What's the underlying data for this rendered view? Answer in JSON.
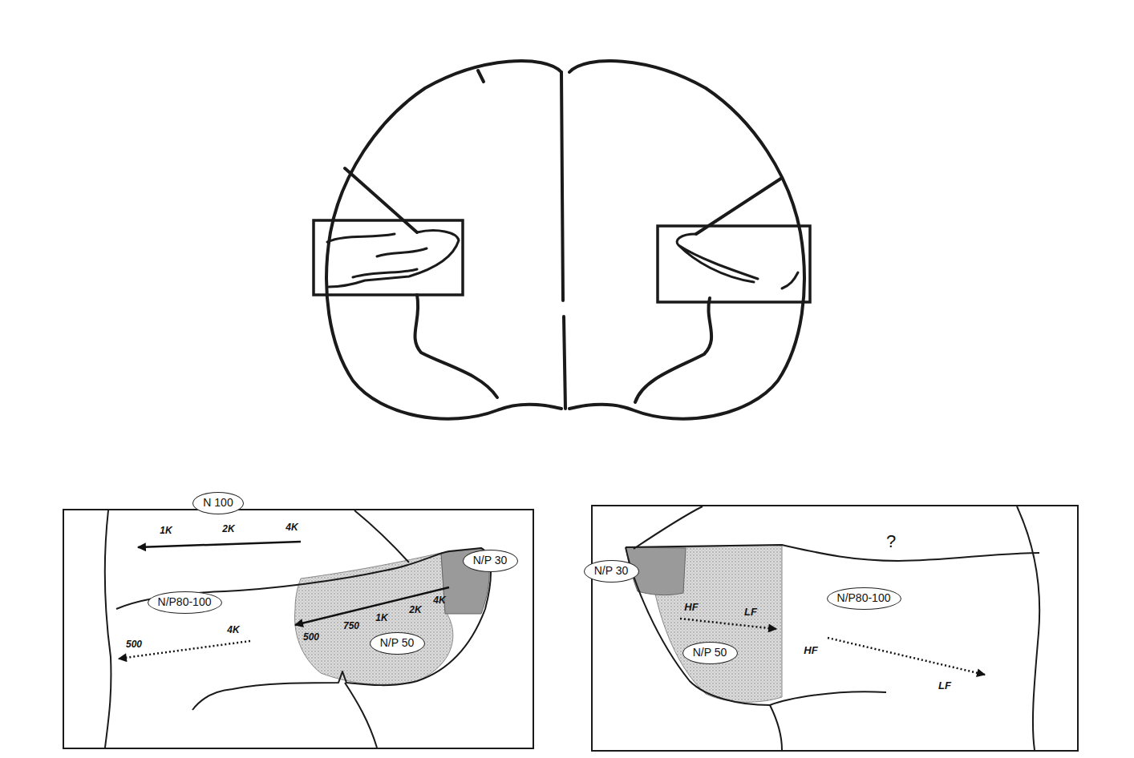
{
  "diagram": {
    "nodes": [
      {
        "text": [
          "N 100"
        ]
      },
      {
        "text": [
          "N/P 30"
        ]
      },
      {
        "text": [
          "N/P80-100"
        ]
      },
      {
        "text": [
          "N/P 50"
        ]
      },
      {
        "text": [
          "N/P 30"
        ]
      },
      {
        "text": [
          "N/P80-100"
        ]
      },
      {
        "text": [
          "N/P 50"
        ]
      }
    ],
    "labels": [
      "1K",
      "2K",
      "4K",
      "4K",
      "2K",
      "1K",
      "750",
      "500",
      "4K",
      "500",
      "?",
      "HF",
      "LF",
      "HF",
      "LF"
    ]
  }
}
